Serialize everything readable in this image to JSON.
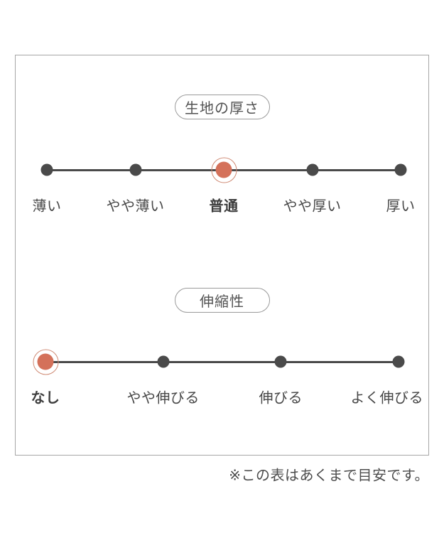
{
  "footnote": "※この表はあくまで目安です。",
  "colors": {
    "accent": "#d4715a",
    "accent_ring": "#cf8a74",
    "track": "#4a4a4a",
    "panel_border": "#a6a6a6",
    "text": "#474747"
  },
  "scales": [
    {
      "title": "生地の厚さ",
      "selected": "普通",
      "selected_index": 2,
      "options": [
        {
          "label": "薄い",
          "selected": false
        },
        {
          "label": "やや薄い",
          "selected": false
        },
        {
          "label": "普通",
          "selected": true
        },
        {
          "label": "やや厚い",
          "selected": false
        },
        {
          "label": "厚い",
          "selected": false
        }
      ]
    },
    {
      "title": "伸縮性",
      "selected": "なし",
      "selected_index": 0,
      "options": [
        {
          "label": "なし",
          "selected": true
        },
        {
          "label": "やや伸びる",
          "selected": false
        },
        {
          "label": "伸びる",
          "selected": false
        },
        {
          "label": "よく伸びる",
          "selected": false
        }
      ]
    }
  ]
}
